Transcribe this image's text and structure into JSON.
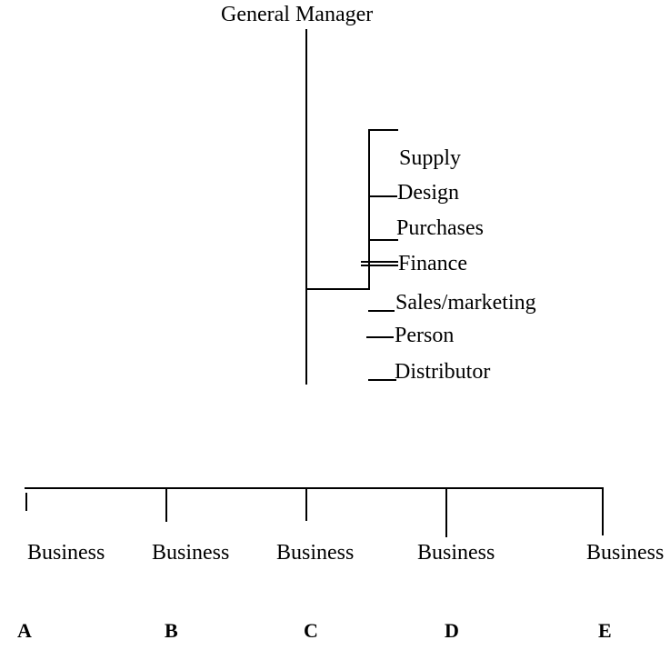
{
  "diagram": {
    "title": "General Manager",
    "departments": [
      {
        "label": "Supply"
      },
      {
        "label": "Design"
      },
      {
        "label": "Purchases"
      },
      {
        "label": "Finance"
      },
      {
        "label": "Sales/marketing"
      },
      {
        "label": "Person"
      },
      {
        "label": "Distributor"
      }
    ],
    "business_units": [
      {
        "label": "Business",
        "letter": "A"
      },
      {
        "label": "Business",
        "letter": "B"
      },
      {
        "label": "Business",
        "letter": "C"
      },
      {
        "label": "Business",
        "letter": "D"
      },
      {
        "label": "Business",
        "letter": "E"
      }
    ],
    "colors": {
      "line": "#000000",
      "text": "#000000",
      "background": "#ffffff"
    }
  }
}
